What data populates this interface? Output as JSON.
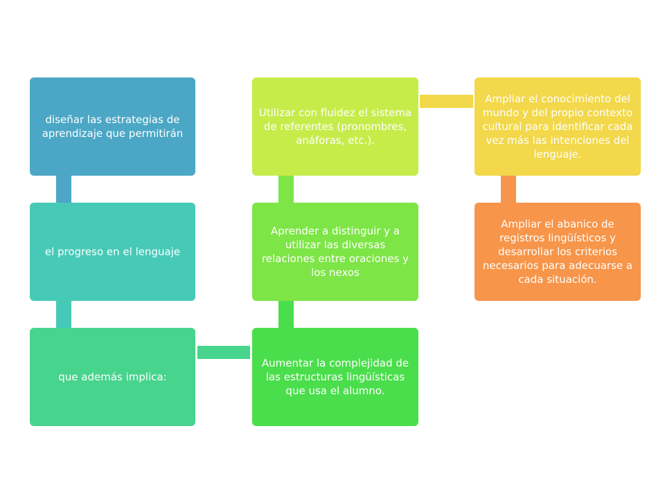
{
  "diagram": {
    "nodes": [
      {
        "id": "box1",
        "text": "diseñar las estrategias de aprendizaje que permitirán",
        "color": "#4ba7c5"
      },
      {
        "id": "box2",
        "text": "el progreso en el lenguaje",
        "color": "#46cab7"
      },
      {
        "id": "box3",
        "text": "que además implica:",
        "color": "#47d48c"
      },
      {
        "id": "box4",
        "text": "Aumentar la complejidad de las estructuras lingüísticas que usa el alumno.",
        "color": "#4ade4c"
      },
      {
        "id": "box5",
        "text": "Aprender a distinguir y a utilizar las diversas relaciones entre oraciones y los nexos",
        "color": "#7de546"
      },
      {
        "id": "box6",
        "text": "Utilizar con fluidez el sistema de referentes (pronombres, anáforas, etc.).",
        "color": "#c6ec4a"
      },
      {
        "id": "box7",
        "text": "Ampliar el conocimiento del mundo y del propio contexto cultural para identificar cada vez más las intenciones del lenguaje.",
        "color": "#f2d84a"
      },
      {
        "id": "box8",
        "text": "Ampliar el abanico de registros lingüísticos y desarrollar los criterios necesarios para adecuarse a cada situación.",
        "color": "#f7954a"
      }
    ],
    "edges": [
      {
        "from": "box1",
        "to": "box2"
      },
      {
        "from": "box2",
        "to": "box3"
      },
      {
        "from": "box3",
        "to": "box4"
      },
      {
        "from": "box4",
        "to": "box5"
      },
      {
        "from": "box5",
        "to": "box6"
      },
      {
        "from": "box6",
        "to": "box7"
      },
      {
        "from": "box7",
        "to": "box8"
      }
    ]
  }
}
